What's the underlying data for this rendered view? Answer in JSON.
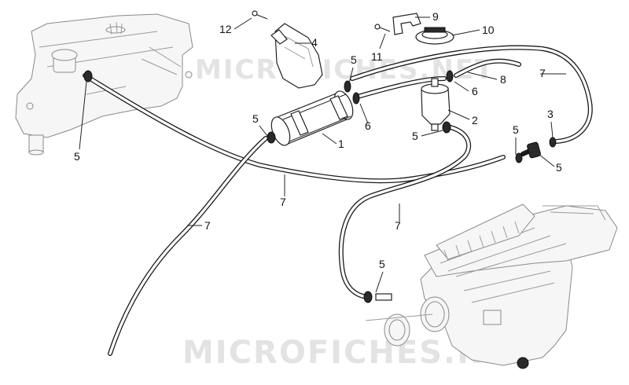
{
  "watermark": {
    "top": "MICROFICHES.NET",
    "bottom": "MICROFICHES.NET"
  },
  "callouts": [
    {
      "id": "c12",
      "text": "12"
    },
    {
      "id": "c4",
      "text": "4"
    },
    {
      "id": "c9",
      "text": "9"
    },
    {
      "id": "c10",
      "text": "10"
    },
    {
      "id": "c11",
      "text": "11"
    },
    {
      "id": "c5a",
      "text": "5"
    },
    {
      "id": "c8",
      "text": "8"
    },
    {
      "id": "c7a",
      "text": "7"
    },
    {
      "id": "c6a",
      "text": "6"
    },
    {
      "id": "c6b",
      "text": "6"
    },
    {
      "id": "c2",
      "text": "2"
    },
    {
      "id": "c5b",
      "text": "5"
    },
    {
      "id": "c1",
      "text": "1"
    },
    {
      "id": "c5c",
      "text": "5"
    },
    {
      "id": "c5d",
      "text": "5"
    },
    {
      "id": "c5e",
      "text": "5"
    },
    {
      "id": "c3",
      "text": "3"
    },
    {
      "id": "c5f",
      "text": "5"
    },
    {
      "id": "c7b",
      "text": "7"
    },
    {
      "id": "c7c",
      "text": "7"
    },
    {
      "id": "c7d",
      "text": "7"
    },
    {
      "id": "c5g",
      "text": "5"
    }
  ]
}
